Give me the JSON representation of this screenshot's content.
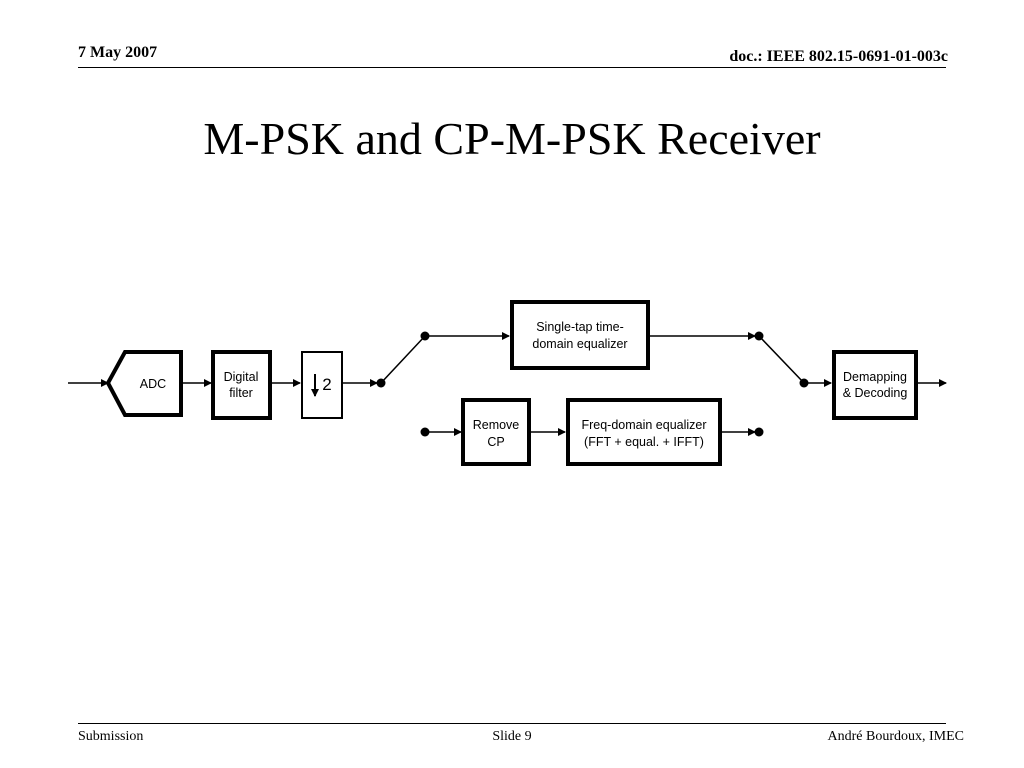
{
  "header": {
    "date": "7 May 2007",
    "doc": "doc.: IEEE 802.15-0691-01-003c"
  },
  "title": "M-PSK and CP-M-PSK Receiver",
  "footer": {
    "left": "Submission",
    "center": "Slide 9",
    "right": "André Bourdoux, IMEC"
  },
  "diagram": {
    "adc": "ADC",
    "digital_filter": [
      "Digital",
      "filter"
    ],
    "downsample": "2",
    "single_tap": [
      "Single-tap time-",
      "domain equalizer"
    ],
    "remove_cp": [
      "Remove",
      "CP"
    ],
    "freq_eq": [
      "Freq-domain equalizer",
      "(FFT + equal. + IFFT)"
    ],
    "demapping": [
      "Demapping",
      "& Decoding"
    ]
  }
}
